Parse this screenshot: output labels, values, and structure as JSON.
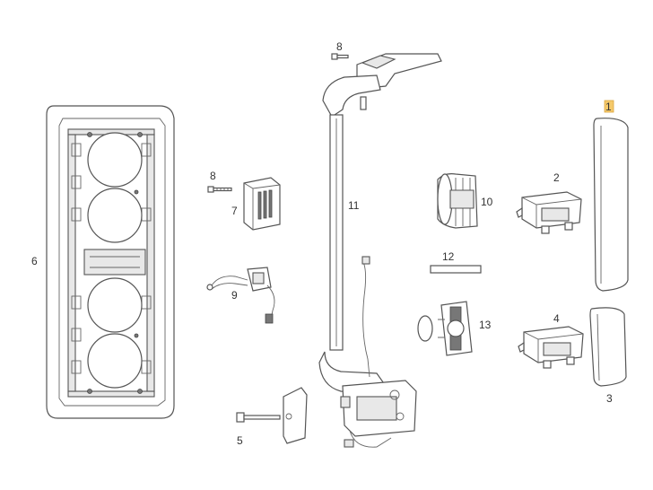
{
  "diagram": {
    "callouts": [
      {
        "id": "1",
        "text": "1",
        "highlighted": true
      },
      {
        "id": "2",
        "text": "2"
      },
      {
        "id": "3",
        "text": "3"
      },
      {
        "id": "4",
        "text": "4"
      },
      {
        "id": "5",
        "text": "5"
      },
      {
        "id": "6",
        "text": "6"
      },
      {
        "id": "7",
        "text": "7"
      },
      {
        "id": "8a",
        "text": "8"
      },
      {
        "id": "8b",
        "text": "8"
      },
      {
        "id": "9",
        "text": "9"
      },
      {
        "id": "10",
        "text": "10"
      },
      {
        "id": "11",
        "text": "11"
      },
      {
        "id": "12",
        "text": "12"
      },
      {
        "id": "13",
        "text": "13"
      }
    ],
    "highlight_color": "#f5c96a",
    "line_color": "#555555"
  }
}
